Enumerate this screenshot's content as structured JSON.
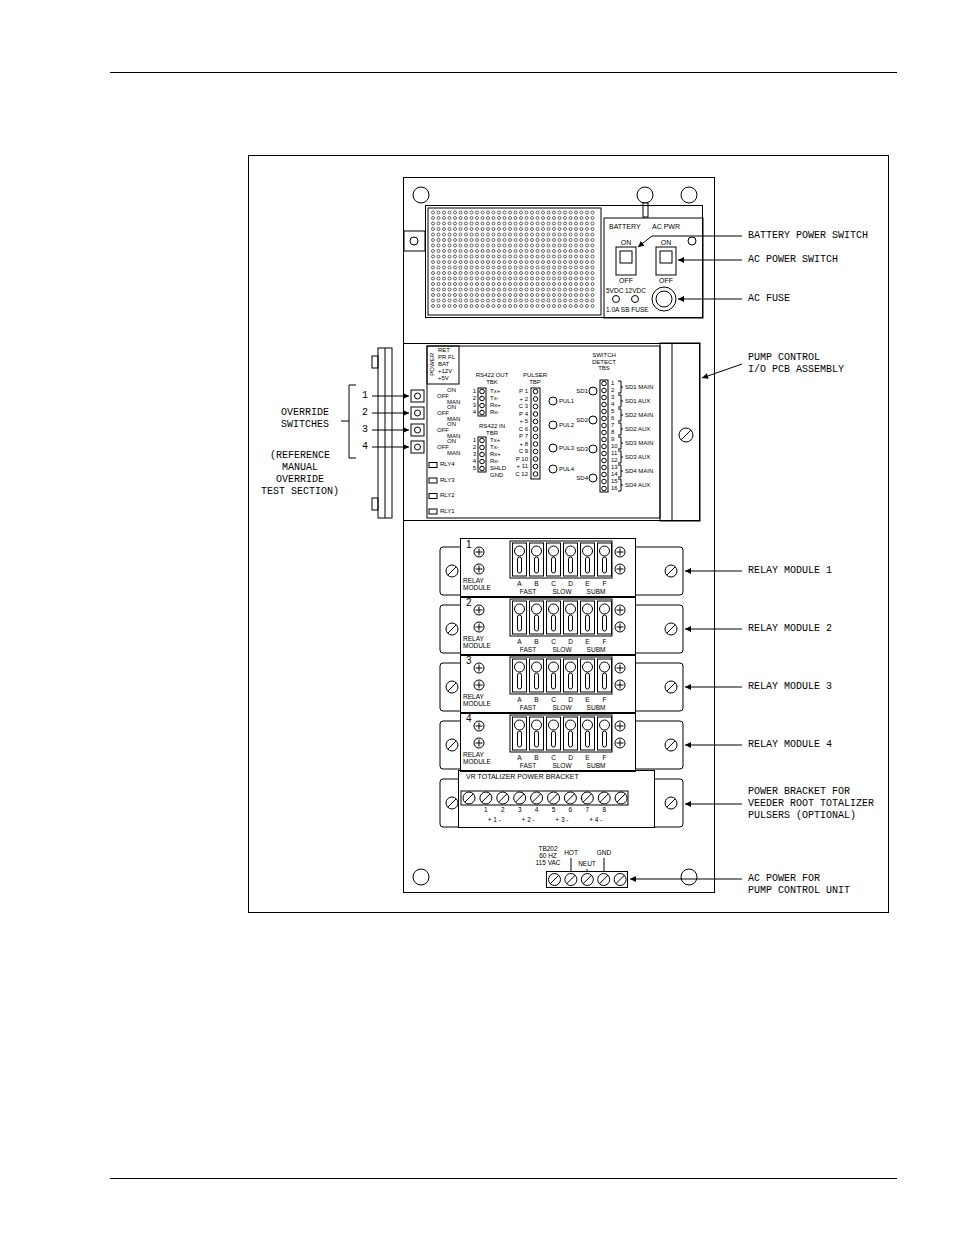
{
  "diagram": {
    "nodes": [
      {
        "text": [
          "BATTERY",
          "AC PWR",
          "ON",
          "OFF",
          "ON",
          "OFF",
          "5VDC",
          "12VDC",
          "1.0A SB FUSE"
        ]
      },
      {
        "text": [
          "POWER",
          "RET",
          "PR FL",
          "BAT",
          "+12V",
          "+5V",
          "ON",
          "OFF",
          "MAN",
          "ON",
          "OFF",
          "MAN",
          "ON",
          "OFF",
          "MAN",
          "ON",
          "OFF",
          "MAN",
          "RLY4",
          "RLY3",
          "RLY2",
          "RLY1",
          "RS422 OUT",
          "TBK",
          "1",
          "2",
          "3",
          "4",
          "Tx+",
          "Tx-",
          "Rx+",
          "Rx-",
          "RS422 IN",
          "TBR",
          "1",
          "2",
          "3",
          "4",
          "5",
          "Tx+",
          "Tx-",
          "Rx+",
          "Rx-",
          "SHLD GND",
          "PULSER",
          "TBP",
          "P 1",
          "+ 2",
          "C 3",
          "P 4",
          "+ 5",
          "C 6",
          "P 7",
          "+ 8",
          "C 9",
          "P 10",
          "+ 11",
          "C 12",
          "PUL1",
          "PUL2",
          "PUL3",
          "PUL4",
          "SWITCH DETECT TBS",
          "SD1",
          "SD2",
          "SD3",
          "SD4",
          "1",
          "2",
          "3",
          "4",
          "5",
          "6",
          "7",
          "8",
          "9",
          "10",
          "11",
          "12",
          "13",
          "14",
          "15",
          "16",
          "SD1 MAIN",
          "SD1 AUX",
          "SD2 MAIN",
          "SD2 AUX",
          "SD3 MAIN",
          "SD3 AUX",
          "SD4 MAIN",
          "SD4 AUX"
        ]
      },
      {
        "text": [
          "1",
          "RELAY MODULE",
          "A",
          "B",
          "C",
          "D",
          "E",
          "F",
          "FAST",
          "SLOW",
          "SUBM"
        ]
      },
      {
        "text": [
          "2",
          "RELAY MODULE",
          "A",
          "B",
          "C",
          "D",
          "E",
          "F",
          "FAST",
          "SLOW",
          "SUBM"
        ]
      },
      {
        "text": [
          "3",
          "RELAY MODULE",
          "A",
          "B",
          "C",
          "D",
          "E",
          "F",
          "FAST",
          "SLOW",
          "SUBM"
        ]
      },
      {
        "text": [
          "4",
          "RELAY MODULE",
          "A",
          "B",
          "C",
          "D",
          "E",
          "F",
          "FAST",
          "SLOW",
          "SUBM"
        ]
      },
      {
        "text": [
          "VR TOTALIZER POWER BRACKET",
          "1",
          "2",
          "3",
          "4",
          "5",
          "6",
          "7",
          "8",
          "+ 1 -",
          "+ 2 -",
          "+ 3 -",
          "+ 4 -"
        ]
      },
      {
        "text": [
          "TB202 60 HZ 115 VAC",
          "HOT",
          "NEUT",
          "GND"
        ]
      }
    ],
    "labels": [
      "BATTERY POWER SWITCH",
      "AC POWER SWITCH",
      "AC FUSE",
      "PUMP CONTROL I/O PCB ASSEMBLY",
      "RELAY MODULE 1",
      "RELAY MODULE 2",
      "RELAY MODULE 3",
      "RELAY MODULE 4",
      "POWER BRACKET FOR VEEDER ROOT TOTALIZER PULSERS (OPTIONAL)",
      "AC POWER FOR PUMP CONTROL UNIT",
      "1",
      "2",
      "3",
      "4",
      "OVERRIDE SWITCHES",
      "(REFERENCE MANUAL OVERRIDE TEST SECTION)"
    ]
  }
}
